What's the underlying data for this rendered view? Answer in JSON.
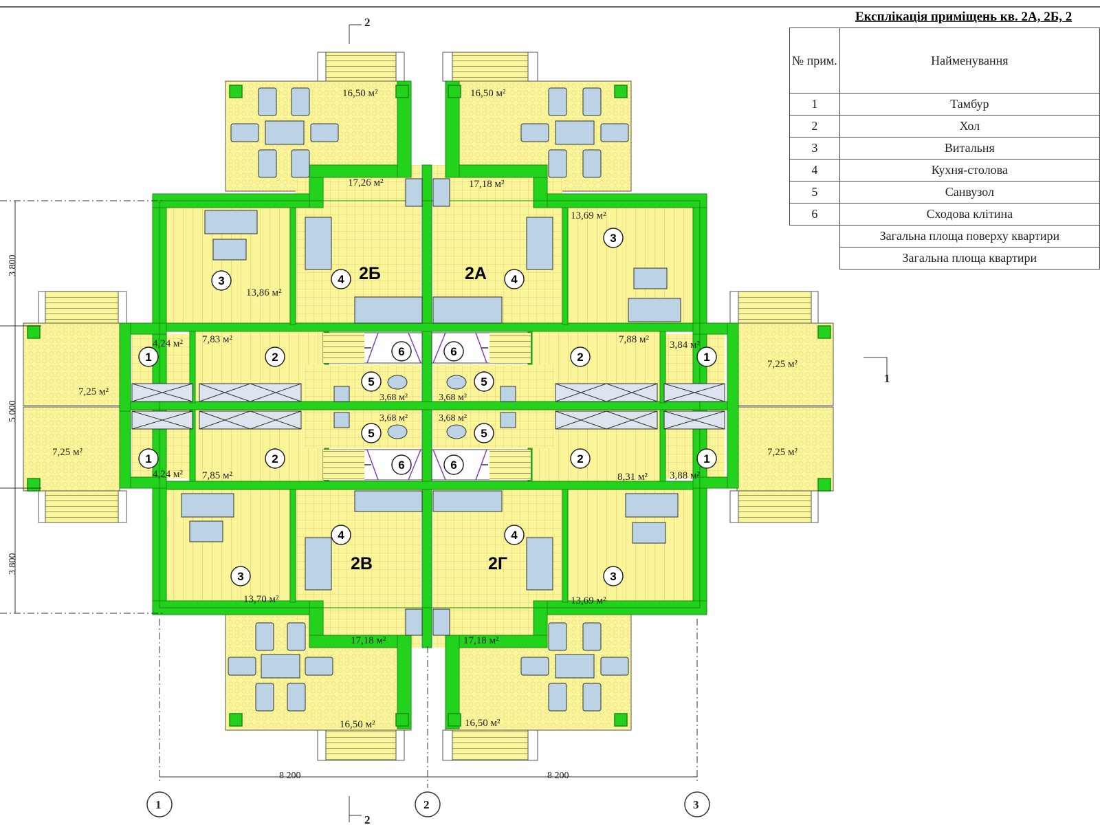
{
  "explication": {
    "title": "Експлікація приміщень кв. 2А, 2Б, 2",
    "header_num": "№ прим.",
    "header_name": "Найменування",
    "rows": [
      {
        "num": "1",
        "name": "Тамбур"
      },
      {
        "num": "2",
        "name": "Хол"
      },
      {
        "num": "3",
        "name": "Витальня"
      },
      {
        "num": "4",
        "name": "Кухня-столова"
      },
      {
        "num": "5",
        "name": "Санвузол"
      },
      {
        "num": "6",
        "name": "Сходова клітина"
      }
    ],
    "totals": [
      "Загальна площа поверху квартири",
      "Загальна площа квартири"
    ]
  },
  "apartments": [
    "2Б",
    "2А",
    "2В",
    "2Г"
  ],
  "room_numbers": [
    "1",
    "2",
    "3",
    "4",
    "5",
    "6"
  ],
  "areas": {
    "terrace_nw": "16,50 м²",
    "terrace_ne": "16,50 м²",
    "terrace_sw": "16,50 м²",
    "terrace_se": "16,50 м²",
    "kitchen_b": "17,26 м²",
    "kitchen_a": "17,18 м²",
    "kitchen_v": "17,18 м²",
    "kitchen_g": "17,18 м²",
    "living_b": "13,86 м²",
    "living_a": "13,69 м²",
    "living_v": "13,70 м²",
    "living_g": "13,69 м²",
    "hall_b": "7,83 м²",
    "hall_a": "7,88 м²",
    "hall_v": "7,85 м²",
    "hall_g": "8,31 м²",
    "tambur_b": "4,24 м²",
    "tambur_a": "3,84 м²",
    "tambur_v": "4,24 м²",
    "tambur_g": "3,88 м²",
    "bath_b": "3,68 м²",
    "bath_a": "3,68 м²",
    "bath_v": "3,68 м²",
    "bath_g": "3,68 м²",
    "porch_wn": "7,25 м²",
    "porch_ws": "7,25 м²",
    "porch_en": "7,25 м²",
    "porch_es": "7,25 м²"
  },
  "dimensions": {
    "left_top": "3 800",
    "left_mid": "5 000",
    "left_bottom": "3 800",
    "bottom_left": "8 200",
    "bottom_right": "8 200"
  },
  "axes": [
    "1",
    "2",
    "3"
  ],
  "section_marks": {
    "top": "2",
    "bottom": "2",
    "right": "1"
  },
  "colors": {
    "wall": "#22d21c",
    "wall_dark": "#1a8a14",
    "floor": "#fbf59a",
    "furniture": "#bcd3e6",
    "grid": "#e5dc8a"
  }
}
